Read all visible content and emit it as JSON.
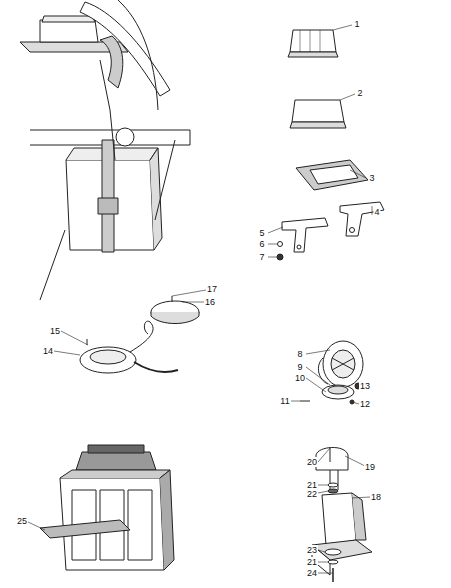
{
  "diagram": {
    "labels": [
      "1",
      "2",
      "3",
      "4",
      "5",
      "6",
      "7",
      "8",
      "9",
      "10",
      "11",
      "12",
      "13",
      "14",
      "15",
      "16",
      "17",
      "18",
      "19",
      "20",
      "21",
      "22",
      "23",
      "21",
      "24",
      "25"
    ]
  }
}
